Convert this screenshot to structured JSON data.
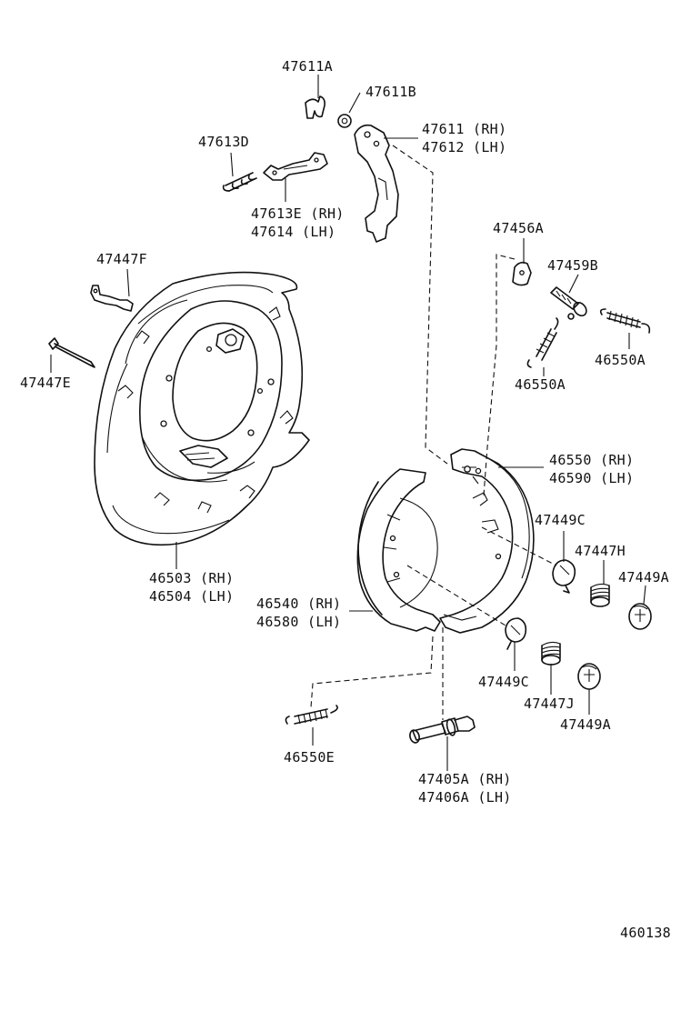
{
  "diagram_id": "460138",
  "labels": {
    "p47611A": "47611A",
    "p47611B": "47611B",
    "p47611": "47611 (RH)",
    "p47612": "47612 (LH)",
    "p47613D": "47613D",
    "p47613E": "47613E (RH)",
    "p47614": "47614 (LH)",
    "p47447F": "47447F",
    "p47447E": "47447E",
    "p47456A": "47456A",
    "p47459B": "47459B",
    "p46550A_right": "46550A",
    "p46550A_left": "46550A",
    "p46550": "46550 (RH)",
    "p46590": "46590 (LH)",
    "p47449C_top": "47449C",
    "p47447H": "47447H",
    "p47449A_right": "47449A",
    "p46503": "46503 (RH)",
    "p46504": "46504 (LH)",
    "p46540": "46540 (RH)",
    "p46580": "46580 (LH)",
    "p47449C_bottom": "47449C",
    "p47447J": "47447J",
    "p47449A_bottom": "47449A",
    "p46550E": "46550E",
    "p47405A": "47405A (RH)",
    "p47406A": "47406A (LH)"
  }
}
